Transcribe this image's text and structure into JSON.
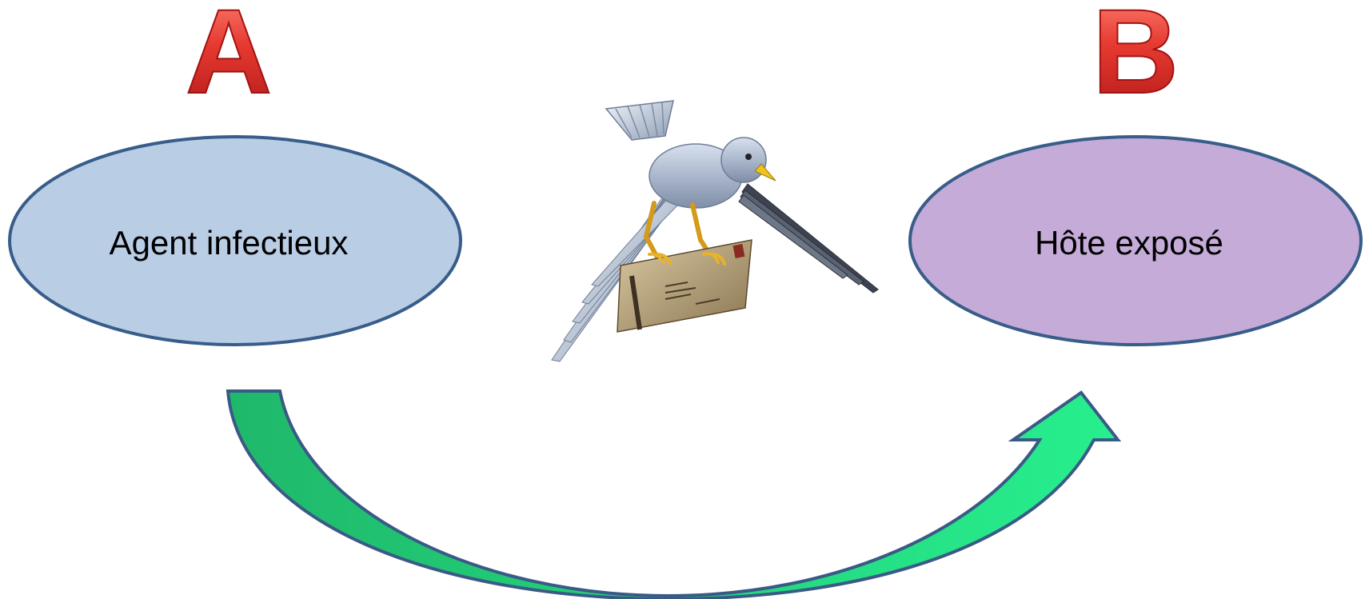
{
  "letters": {
    "source": "A",
    "target": "B"
  },
  "nodes": {
    "source": {
      "label": "Agent infectieux",
      "fill": "#b9cde5",
      "stroke": "#385d8a"
    },
    "target": {
      "label": "Hôte exposé",
      "fill": "#c5abd7",
      "stroke": "#385d8a"
    }
  },
  "arrow": {
    "fill_start": "#1fb86a",
    "fill_end": "#27ef8e",
    "stroke": "#3a5a86"
  },
  "illustration": {
    "icon": "bird-carrying-letter-icon"
  },
  "colors": {
    "letter_red": "#e03030"
  }
}
